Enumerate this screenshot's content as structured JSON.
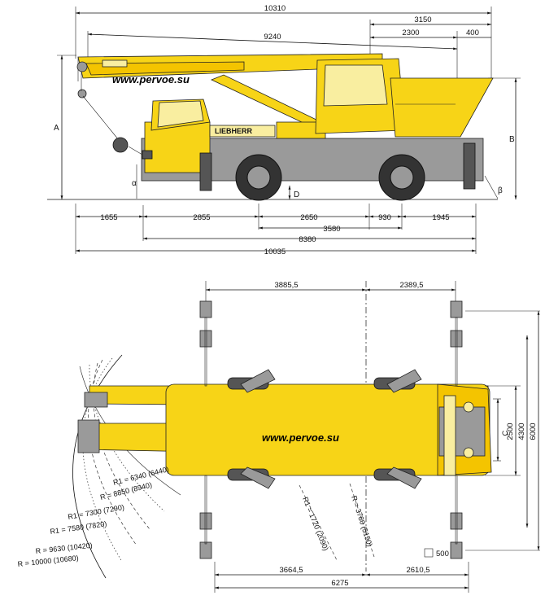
{
  "watermark": "www.pervoe.su",
  "brand": "LIEBHERR",
  "side_view": {
    "top_dims": {
      "d10310": "10310",
      "d9240": "9240",
      "d3150": "3150",
      "d2300": "2300",
      "d400": "400"
    },
    "bottom_dims": {
      "d1655": "1655",
      "d2855": "2855",
      "d2650": "2650",
      "d930": "930",
      "d1945": "1945",
      "d3580": "3580",
      "d8380": "8380",
      "d10035": "10035"
    },
    "labels": {
      "A": "A",
      "B": "B",
      "D": "D",
      "alpha": "α",
      "beta": "β"
    }
  },
  "top_view": {
    "top_dims": {
      "d3885": "3885,5",
      "d2389": "2389,5"
    },
    "bottom_dims": {
      "d3664": "3664,5",
      "d2610": "2610,5",
      "d6275": "6275"
    },
    "right_dims": {
      "C": "C",
      "d2500": "2500",
      "d4300": "4300",
      "d6000": "6000"
    },
    "pad_label": "500",
    "radii": [
      "R1 = 6340 (6440)",
      "R = 8850 (8940)",
      "R1 = 7300 (7290)",
      "R1 = 7580 (7820)",
      "R = 9630 (10420)",
      "R = 10000 (10680)"
    ],
    "turn_radii": [
      "R1 = 1720 (2090)",
      "R = 3780 (5150)"
    ]
  }
}
